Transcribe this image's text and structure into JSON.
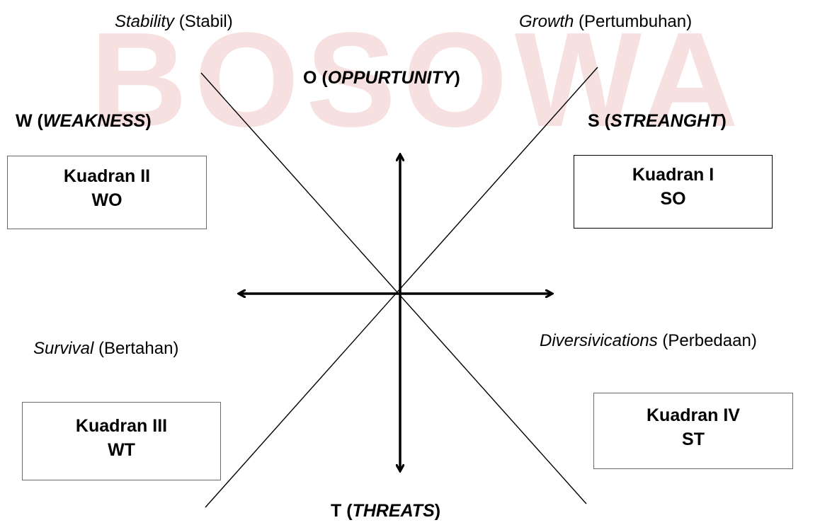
{
  "watermark": {
    "text": "BOSOWA"
  },
  "strategies": {
    "stability": {
      "en": "Stability",
      "id": " (Stabil)"
    },
    "growth": {
      "en": "Growth",
      "id": " (Pertumbuhan)"
    },
    "survival": {
      "en": "Survival",
      "id": " (Bertahan)"
    },
    "diversification": {
      "en": "Diversivications",
      "id": " (Perbedaan)"
    }
  },
  "axes": {
    "opportunity": {
      "letter": "O (",
      "word": "OPPURTUNITY",
      "close": ")"
    },
    "weakness": {
      "letter": "W (",
      "word": "WEAKNESS",
      "close": ")"
    },
    "strength": {
      "letter": "S (",
      "word": "STREANGHT",
      "close": ")"
    },
    "threats": {
      "letter": "T (",
      "word": "THREATS",
      "close": ")"
    }
  },
  "quadrants": [
    {
      "title": "Kuadran I",
      "code": "SO"
    },
    {
      "title": "Kuadran II",
      "code": "WO"
    },
    {
      "title": "Kuadran III",
      "code": "WT"
    },
    {
      "title": "Kuadran IV",
      "code": "ST"
    }
  ]
}
